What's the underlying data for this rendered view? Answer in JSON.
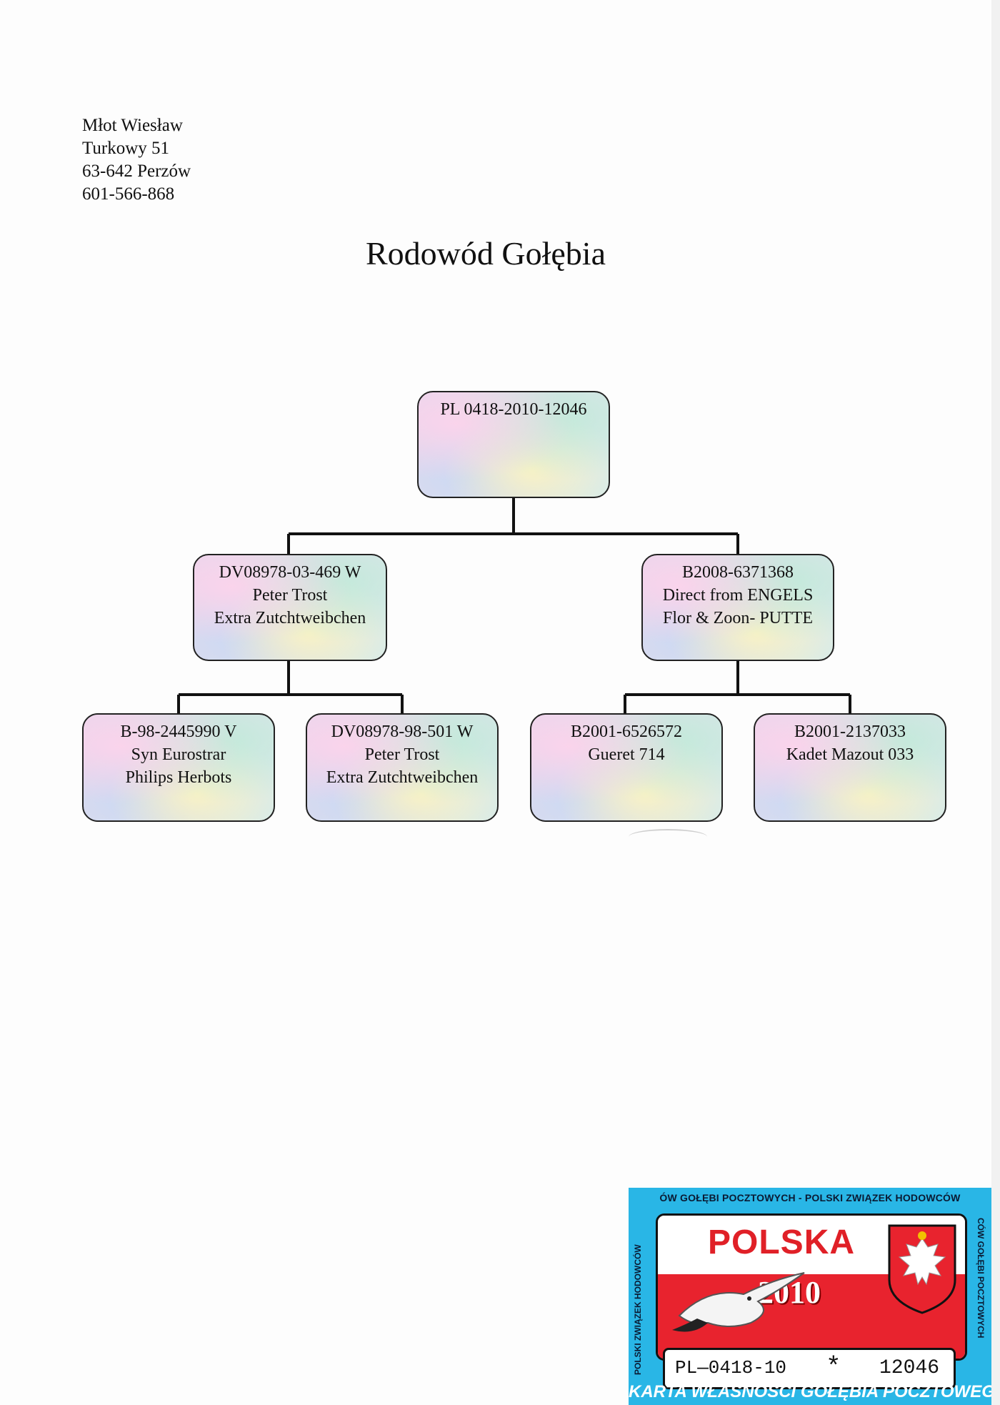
{
  "address": {
    "name": "Młot Wiesław",
    "street": "Turkowy 51",
    "city": "63-642 Perzów",
    "phone": "601-566-868"
  },
  "title": "Rodowód Gołębia",
  "pedigree": [
    {
      "lines": [
        "PL 0418-2010-12046"
      ]
    },
    {
      "lines": [
        "DV08978-03-469 W",
        "Peter Trost",
        "Extra Zutchtweibchen"
      ]
    },
    {
      "lines": [
        "B2008-6371368",
        "Direct from ENGELS",
        "Flor & Zoon- PUTTE"
      ]
    },
    {
      "lines": [
        "B-98-2445990 V",
        "Syn Eurostrar",
        "Philips Herbots"
      ]
    },
    {
      "lines": [
        "DV08978-98-501 W",
        "Peter Trost",
        "Extra Zutchtweibchen"
      ]
    },
    {
      "lines": [
        "B2001-6526572",
        "Gueret 714"
      ]
    },
    {
      "lines": [
        "B2001-2137033",
        "Kadet Mazout 033"
      ]
    }
  ],
  "card": {
    "top_text": "ÓW GOŁĘBI POCZTOWYCH - POLSKI ZWIĄZEK HODOWCÓW",
    "left_text": "POLSKI ZWIĄZEK HODOWCÓW",
    "right_text": "CÓW GOŁĘBI POCZTOWYCH",
    "country": "POLSKA",
    "year": "2010",
    "ring_code": "PL—0418-10",
    "ring_star": "*",
    "ring_number": "12046",
    "bottom_text": "KARTA WŁASNOŚCI GOŁĘBIA POCZTOWEGO",
    "colors": {
      "card_bg": "#29b6e6",
      "red": "#e8232e"
    }
  }
}
